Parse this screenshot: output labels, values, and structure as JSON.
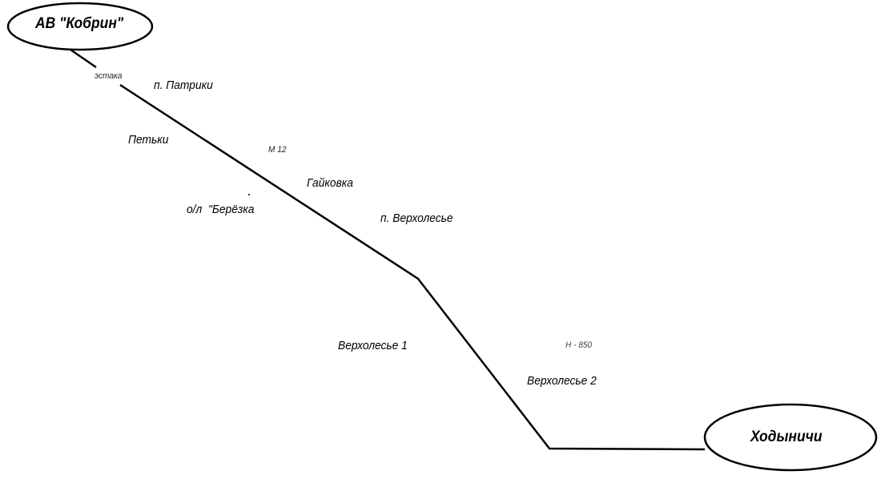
{
  "route": {
    "start": "АВ \"Кобрин\"",
    "end": "Ходыничи",
    "roads": [
      "М 12",
      "Н - 850"
    ],
    "stops": [
      "эстака",
      "п. Патрики",
      "Петьки",
      "Гайковка",
      "о/л  \"Берёзка",
      "п. Верхолесье",
      "Верхолесье 1",
      "Верхолесье 2"
    ]
  },
  "colors": {
    "line": "#000000",
    "background": "#ffffff"
  }
}
